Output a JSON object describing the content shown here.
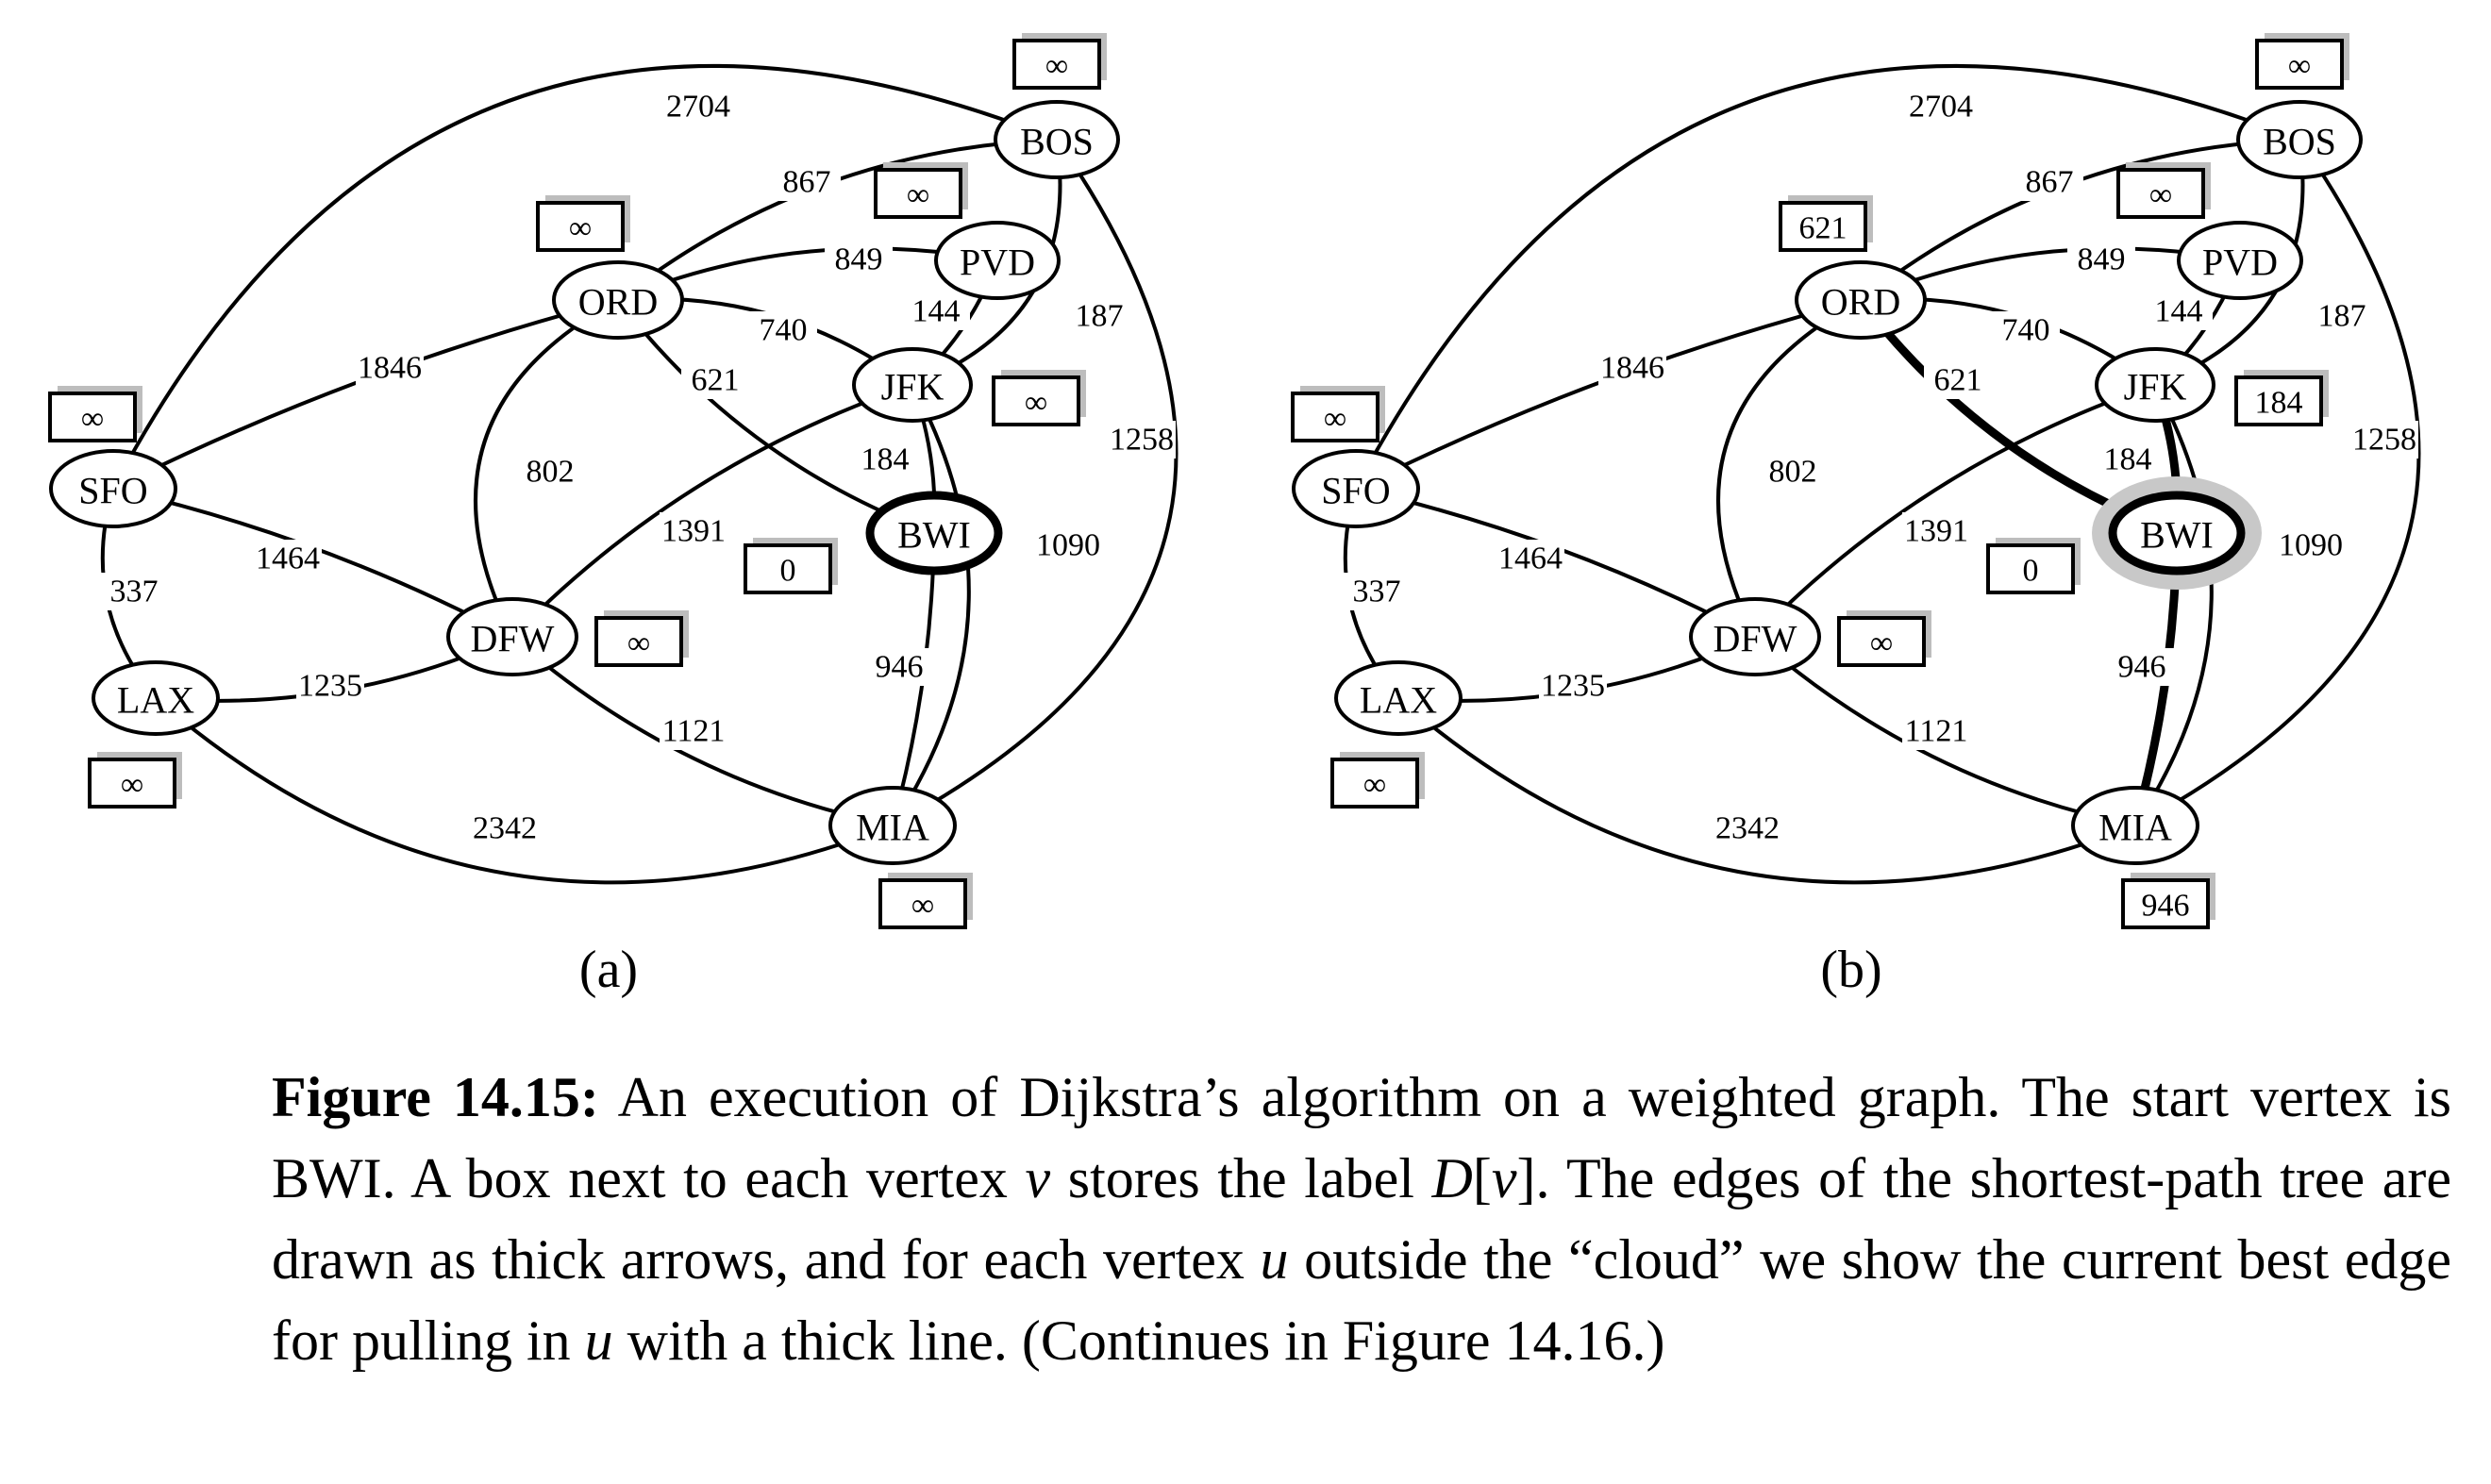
{
  "nodes": [
    {
      "id": "BOS",
      "label": "BOS"
    },
    {
      "id": "PVD",
      "label": "PVD"
    },
    {
      "id": "ORD",
      "label": "ORD"
    },
    {
      "id": "JFK",
      "label": "JFK"
    },
    {
      "id": "SFO",
      "label": "SFO"
    },
    {
      "id": "BWI",
      "label": "BWI"
    },
    {
      "id": "DFW",
      "label": "DFW"
    },
    {
      "id": "LAX",
      "label": "LAX"
    },
    {
      "id": "MIA",
      "label": "MIA"
    }
  ],
  "edges": [
    {
      "from": "SFO",
      "to": "BOS",
      "weight": "2704"
    },
    {
      "from": "ORD",
      "to": "BOS",
      "weight": "867"
    },
    {
      "from": "ORD",
      "to": "PVD",
      "weight": "849"
    },
    {
      "from": "JFK",
      "to": "PVD",
      "weight": "144"
    },
    {
      "from": "JFK",
      "to": "BOS",
      "weight": "187"
    },
    {
      "from": "ORD",
      "to": "JFK",
      "weight": "740"
    },
    {
      "from": "ORD",
      "to": "BWI",
      "weight": "621"
    },
    {
      "from": "SFO",
      "to": "ORD",
      "weight": "1846"
    },
    {
      "from": "BOS",
      "to": "MIA",
      "weight": "1258"
    },
    {
      "from": "ORD",
      "to": "DFW",
      "weight": "802"
    },
    {
      "from": "JFK",
      "to": "BWI",
      "weight": "184"
    },
    {
      "from": "DFW",
      "to": "JFK",
      "weight": "1391"
    },
    {
      "from": "JFK",
      "to": "MIA",
      "weight": "1090"
    },
    {
      "from": "SFO",
      "to": "DFW",
      "weight": "1464"
    },
    {
      "from": "SFO",
      "to": "LAX",
      "weight": "337"
    },
    {
      "from": "BWI",
      "to": "MIA",
      "weight": "946"
    },
    {
      "from": "LAX",
      "to": "DFW",
      "weight": "1235"
    },
    {
      "from": "DFW",
      "to": "MIA",
      "weight": "1121"
    },
    {
      "from": "LAX",
      "to": "MIA",
      "weight": "2342"
    }
  ],
  "start_vertex": "BWI",
  "panels": [
    {
      "id": "a",
      "label": "(a)",
      "distances": {
        "BOS": "∞",
        "PVD": "∞",
        "ORD": "∞",
        "JFK": "∞",
        "SFO": "∞",
        "BWI": "0",
        "DFW": "∞",
        "LAX": "∞",
        "MIA": "∞"
      },
      "thick_edges": [],
      "cloud": []
    },
    {
      "id": "b",
      "label": "(b)",
      "distances": {
        "BOS": "∞",
        "PVD": "∞",
        "ORD": "621",
        "JFK": "184",
        "SFO": "∞",
        "BWI": "0",
        "DFW": "∞",
        "LAX": "∞",
        "MIA": "946"
      },
      "thick_edges": [
        "ORD-BWI",
        "JFK-BWI",
        "BWI-MIA"
      ],
      "cloud": [
        "BWI"
      ]
    }
  ],
  "caption": {
    "figure_label": "Figure 14.15:",
    "text_1": " An execution of Dijkstra’s algorithm on a weighted graph. The start vertex is BWI. A box next to each vertex ",
    "var_v": "v",
    "text_2": " stores the label ",
    "label_D": "D",
    "bracket_open": "[",
    "label_v": "v",
    "bracket_close": "]",
    "text_3": ".  The edges of the shortest-path tree are drawn as thick arrows, and for each vertex ",
    "var_u1": "u",
    "text_4": " outside the “cloud” we show the current best edge for pulling in ",
    "var_u2": "u",
    "text_5": " with a thick line. (Continues in Figure 14.16.)"
  }
}
